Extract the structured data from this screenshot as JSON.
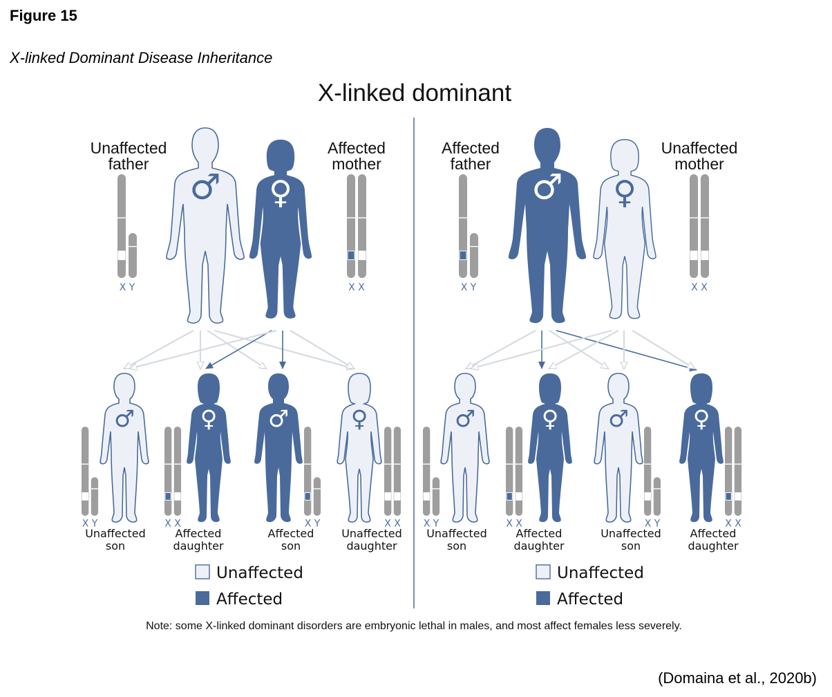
{
  "figure_label": "Figure 15",
  "figure_caption": "X-linked Dominant Disease Inheritance",
  "citation": "(Domaina et al., 2020b)",
  "diagram": {
    "title": "X-linked dominant",
    "colors": {
      "affected": "#4a6a9c",
      "unaffected": "#edf1f7",
      "outline": "#4a6a9c",
      "chromosome": "#9e9e9e",
      "arrow_light": "#d6dbe2",
      "arrow_dark": "#4a6a9c"
    },
    "left": {
      "father_label": [
        "Unaffected",
        "father"
      ],
      "mother_label": [
        "Affected",
        "mother"
      ],
      "father_chrom": "X Y",
      "mother_chrom": "X X",
      "children": [
        {
          "label": [
            "Unaffected",
            "son"
          ],
          "chrom": "X Y"
        },
        {
          "label": [
            "Affected",
            "daughter"
          ],
          "chrom": "X X"
        },
        {
          "label": [
            "Affected",
            "son"
          ],
          "chrom": "X Y"
        },
        {
          "label": [
            "Unaffected",
            "daughter"
          ],
          "chrom": "X X"
        }
      ]
    },
    "right": {
      "father_label": [
        "Affected",
        "father"
      ],
      "mother_label": [
        "Unaffected",
        "mother"
      ],
      "father_chrom": "X Y",
      "mother_chrom": "X X",
      "children": [
        {
          "label": [
            "Unaffected",
            "son"
          ],
          "chrom": "X Y"
        },
        {
          "label": [
            "Affected",
            "daughter"
          ],
          "chrom": "X X"
        },
        {
          "label": [
            "Unaffected",
            "son"
          ],
          "chrom": "X Y"
        },
        {
          "label": [
            "Affected",
            "daughter"
          ],
          "chrom": "X X"
        }
      ]
    },
    "legend": {
      "unaffected": "Unaffected",
      "affected": "Affected"
    },
    "note": "Note: some X-linked dominant disorders are embryonic lethal in males, and most affect females less severely.",
    "symbols": {
      "male": "♂",
      "female": "♀"
    }
  }
}
